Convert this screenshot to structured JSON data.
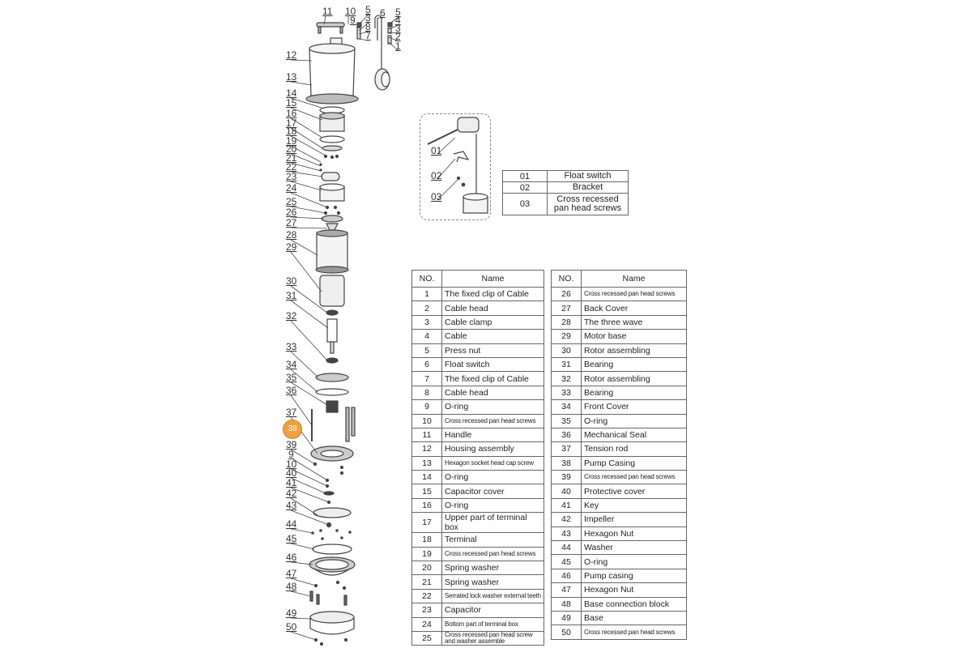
{
  "diagram": {
    "callouts": [
      "11",
      "10",
      "9",
      "5",
      "3",
      "8",
      "7",
      "6",
      "5",
      "4",
      "3",
      "2",
      "1",
      "12",
      "13",
      "14",
      "15",
      "16",
      "17",
      "18",
      "19",
      "20",
      "21",
      "22",
      "23",
      "24",
      "25",
      "26",
      "27",
      "28",
      "29",
      "30",
      "31",
      "32",
      "33",
      "34",
      "35",
      "36",
      "37",
      "39",
      "9",
      "10",
      "40",
      "41",
      "42",
      "43",
      "44",
      "45",
      "46",
      "47",
      "48",
      "49",
      "50"
    ],
    "highlight_badge": "38",
    "accent_color": "#f0a040"
  },
  "inset": {
    "labels": [
      "01",
      "02",
      "03"
    ],
    "table": [
      {
        "no": "01",
        "name": "Float switch"
      },
      {
        "no": "02",
        "name": "Bracket"
      },
      {
        "no": "03",
        "name": "Cross recessed pan head screws"
      }
    ]
  },
  "parts_table": {
    "headers": {
      "no": "NO.",
      "name": "Name"
    },
    "left": [
      {
        "no": "1",
        "name": "The fixed clip of Cable"
      },
      {
        "no": "2",
        "name": "Cable head"
      },
      {
        "no": "3",
        "name": "Cable clamp"
      },
      {
        "no": "4",
        "name": "Cable"
      },
      {
        "no": "5",
        "name": "Press nut"
      },
      {
        "no": "6",
        "name": "Float switch"
      },
      {
        "no": "7",
        "name": "The fixed clip of Cable"
      },
      {
        "no": "8",
        "name": "Cable head"
      },
      {
        "no": "9",
        "name": "O-ring"
      },
      {
        "no": "10",
        "name": "Cross recessed pan head screws"
      },
      {
        "no": "11",
        "name": "Handle"
      },
      {
        "no": "12",
        "name": "Housing assembly"
      },
      {
        "no": "13",
        "name": "Hexagon socket head cap screw"
      },
      {
        "no": "14",
        "name": "O-ring"
      },
      {
        "no": "15",
        "name": "Capacitor cover"
      },
      {
        "no": "16",
        "name": "O-ring"
      },
      {
        "no": "17",
        "name": "Upper part of terminal box"
      },
      {
        "no": "18",
        "name": "Terminal"
      },
      {
        "no": "19",
        "name": "Cross recessed pan head screws"
      },
      {
        "no": "20",
        "name": "Spring washer"
      },
      {
        "no": "21",
        "name": "Spring washer"
      },
      {
        "no": "22",
        "name": "Serrated lock washer external teeth"
      },
      {
        "no": "23",
        "name": "Capacitor"
      },
      {
        "no": "24",
        "name": "Bottom part of terminal box"
      },
      {
        "no": "25",
        "name": "Cross recessed pan head screw and washer assemble"
      }
    ],
    "right": [
      {
        "no": "26",
        "name": "Cross recessed pan head screws"
      },
      {
        "no": "27",
        "name": "Back Cover"
      },
      {
        "no": "28",
        "name": "The three wave"
      },
      {
        "no": "29",
        "name": "Motor base"
      },
      {
        "no": "30",
        "name": "Rotor assembling"
      },
      {
        "no": "31",
        "name": "Bearing"
      },
      {
        "no": "32",
        "name": "Rotor assembling"
      },
      {
        "no": "33",
        "name": "Bearing"
      },
      {
        "no": "34",
        "name": "Front Cover"
      },
      {
        "no": "35",
        "name": "O-ring"
      },
      {
        "no": "36",
        "name": "Mechanical Seal"
      },
      {
        "no": "37",
        "name": "Tension rod"
      },
      {
        "no": "38",
        "name": "Pump Casing"
      },
      {
        "no": "39",
        "name": "Cross recessed pan head screws"
      },
      {
        "no": "40",
        "name": "Protective cover"
      },
      {
        "no": "41",
        "name": "Key"
      },
      {
        "no": "42",
        "name": "Impeller"
      },
      {
        "no": "43",
        "name": "Hexagon Nut"
      },
      {
        "no": "44",
        "name": "Washer"
      },
      {
        "no": "45",
        "name": "O-ring"
      },
      {
        "no": "46",
        "name": "Pump casing"
      },
      {
        "no": "47",
        "name": "Hexagon Nut"
      },
      {
        "no": "48",
        "name": "Base connection block"
      },
      {
        "no": "49",
        "name": "Base"
      },
      {
        "no": "50",
        "name": "Cross recessed pan head screws"
      }
    ]
  }
}
